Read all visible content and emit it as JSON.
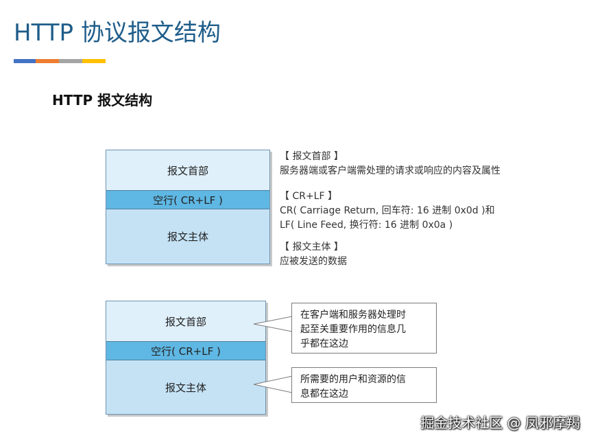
{
  "title": "HTTP 协议报文结构",
  "accent_colors": [
    "#4472c4",
    "#ed7d31",
    "#a5a5a5",
    "#ffc000"
  ],
  "subtitle": "HTTP 报文结构",
  "diagram1": {
    "header": "报文首部",
    "crlf": "空行( CR+LF )",
    "body": "报文主体",
    "annotations": {
      "header_title": "【 报文首部 】",
      "header_desc": "服务器端或客户端需处理的请求或响应的内容及属性",
      "crlf_title": "【 CR+LF 】",
      "crlf_line1": "CR( Carriage Return, 回车符: 16 进制 0x0d )和",
      "crlf_line2": "LF( Line Feed, 换行符: 16 进制 0x0a )",
      "body_title": "【 报文主体 】",
      "body_desc": "应被发送的数据"
    }
  },
  "diagram2": {
    "header": "报文首部",
    "crlf": "空行( CR+LF )",
    "body": "报文主体",
    "callout_header": [
      "在客户端和服务器处理时",
      "起至关重要作用的信息几",
      "乎都在这边"
    ],
    "callout_body": [
      "所需要的用户和资源的信",
      "息都在这边"
    ]
  },
  "watermark": "掘金技术社区 @ 凤邪摩羯"
}
